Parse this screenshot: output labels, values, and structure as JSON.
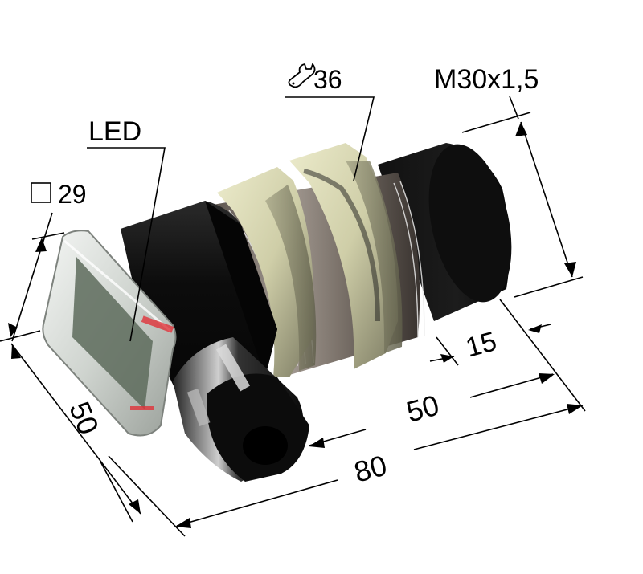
{
  "drawing": {
    "title": "Inductive proximity sensor M30 with connector housing and LED",
    "colors": {
      "background": "#ffffff",
      "body_black": "#0d0d0d",
      "nut_khaki": "#d9d8b4",
      "nut_shadow": "#8c8b6e",
      "thread_metal": "#8a817a",
      "thread_highlight": "#f2f2f2",
      "lens_clear": "#d8dcd8",
      "lens_inner_green": "#5d6b5c",
      "led_red": "#e0323a",
      "dimension_line": "#000000"
    }
  },
  "labels": {
    "wrench_size_icon": "wrench-icon",
    "wrench_size": "36",
    "thread_spec": "M30x1,5",
    "led": "LED",
    "square_icon": "square-icon",
    "square_size": "29"
  },
  "dimensions": {
    "sensing_face_length": "15",
    "thread_length": "50",
    "total_length": "80",
    "housing_height": "50"
  }
}
